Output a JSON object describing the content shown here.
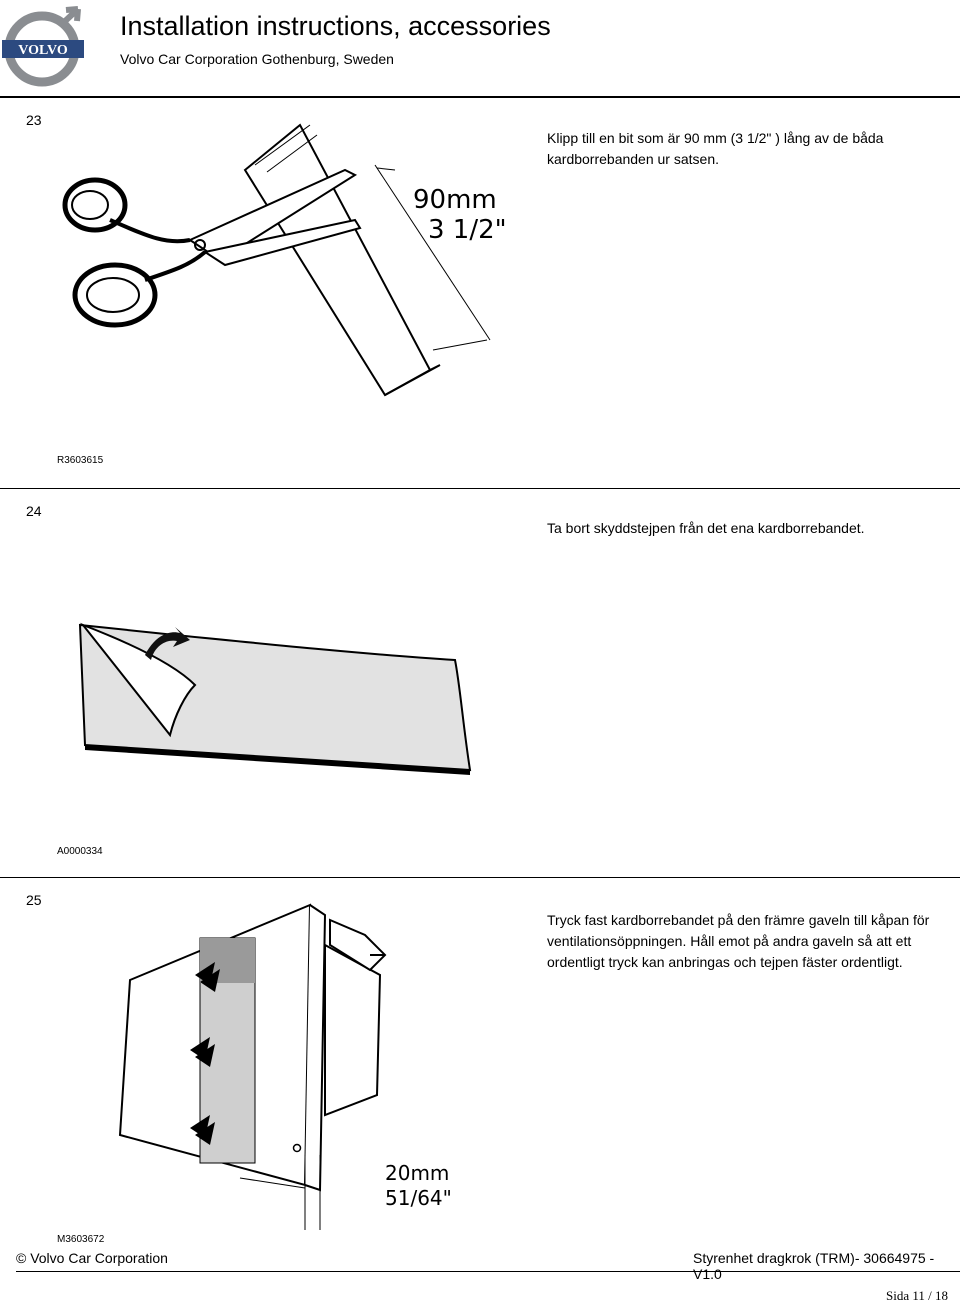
{
  "header": {
    "logo_text": "VOLVO",
    "title": "Installation instructions, accessories",
    "subtitle": "Volvo Car Corporation Gothenburg, Sweden"
  },
  "steps": [
    {
      "number": "23",
      "text": "Klipp till en bit som är 90 mm (3 1/2\" ) lång av de båda kardborrebanden ur satsen.",
      "figure_ref": "R3603615",
      "figure_labels": [
        "90mm",
        "3 1/2\""
      ]
    },
    {
      "number": "24",
      "text": "Ta bort skyddstejpen från det ena kardborrebandet.",
      "figure_ref": "A0000334"
    },
    {
      "number": "25",
      "text": "Tryck fast kardborrebandet på den främre gaveln till kåpan för ventilationsöppningen. Håll emot på andra gaveln så att ett ordentligt tryck kan anbringas och tejpen fäster ordentligt.",
      "figure_ref": "M3603672",
      "figure_labels": [
        "20mm",
        "51/64\""
      ]
    }
  ],
  "footer": {
    "left": "© Volvo Car Corporation",
    "right": "Styrenhet dragkrok (TRM)- 30664975 - V1.0",
    "page": "Sida 11 / 18"
  }
}
